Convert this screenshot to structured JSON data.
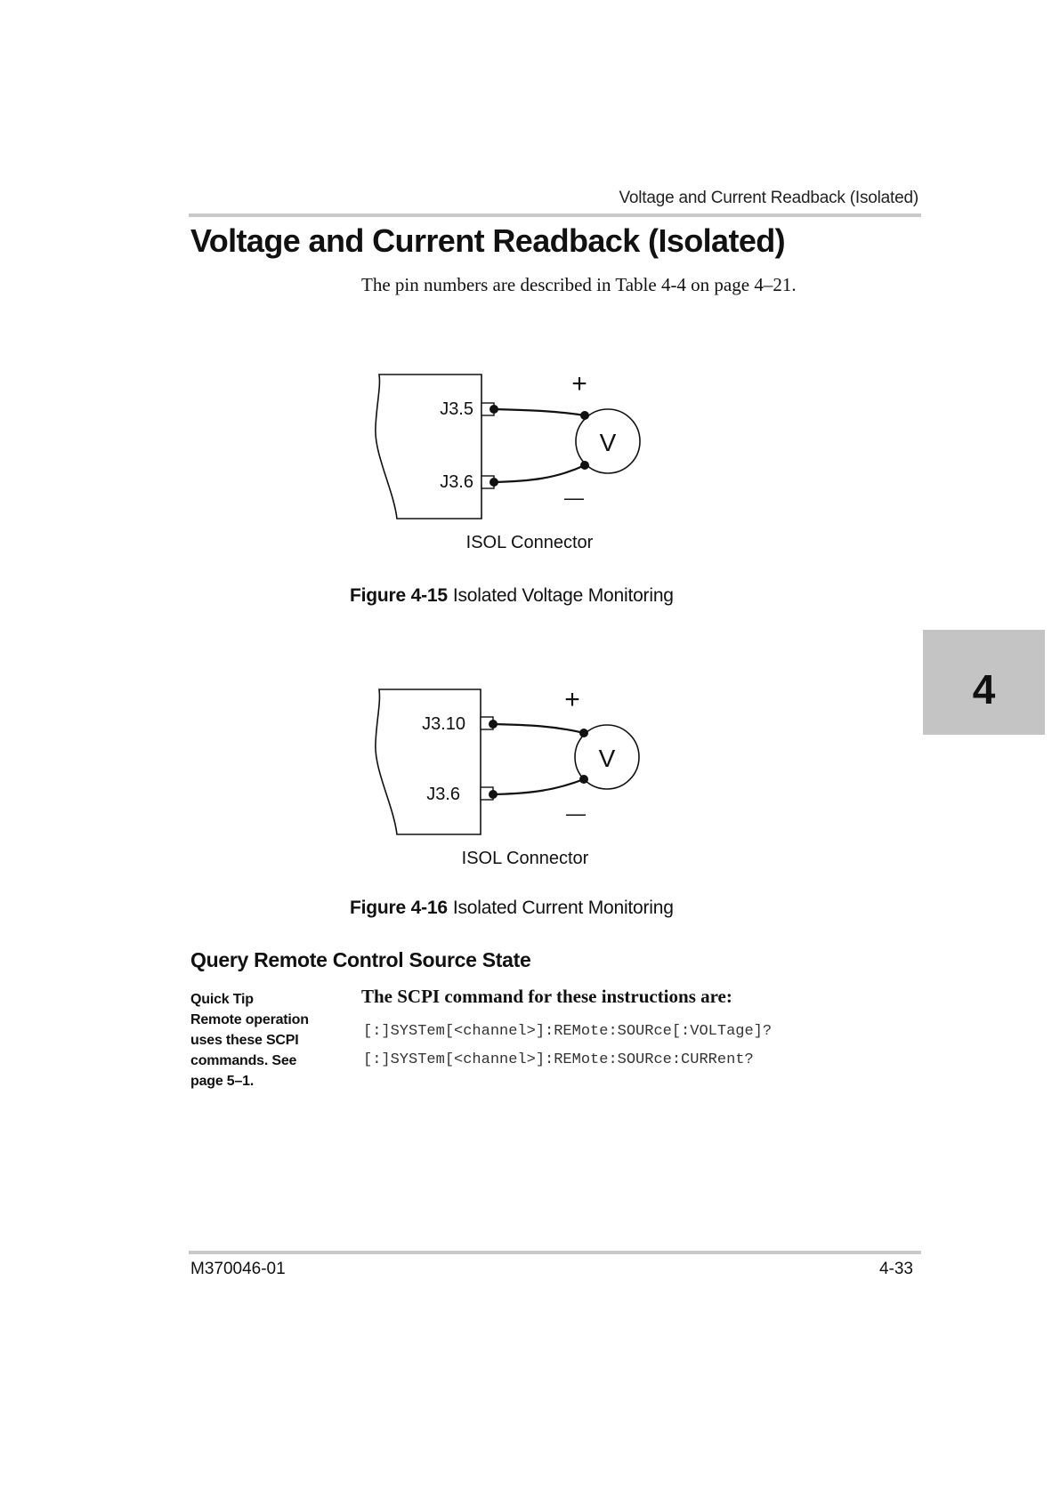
{
  "header": {
    "running_head": "Voltage and Current Readback (Isolated)"
  },
  "page": {
    "title": "Voltage and Current Readback (Isolated)",
    "intro": "The pin numbers are described in Table 4-4 on page 4–21."
  },
  "figures": [
    {
      "pin_top": "J3.5",
      "pin_bottom": "J3.6",
      "meter": "V",
      "plus": "+",
      "minus": "—",
      "connector_label": "ISOL Connector",
      "caption_number": "Figure 4-15",
      "caption_text": "Isolated Voltage Monitoring"
    },
    {
      "pin_top": "J3.10",
      "pin_bottom": "J3.6",
      "meter": "V",
      "plus": "+",
      "minus": "—",
      "connector_label": "ISOL Connector",
      "caption_number": "Figure 4-16",
      "caption_text": "Isolated Current Monitoring"
    }
  ],
  "chapter_tab": "4",
  "section": {
    "heading": "Query Remote Control Source State",
    "tip_lines": [
      "Quick Tip",
      "Remote operation",
      "uses these SCPI",
      "commands. See",
      "page 5–1."
    ],
    "scpi_intro": "The SCPI command for these instructions are:",
    "commands": [
      "[:]SYSTem[<channel>]:REMote:SOURce[:VOLTage]?",
      "[:]SYSTem[<channel>]:REMote:SOURce:CURRent?"
    ]
  },
  "footer": {
    "doc_number": "M370046-01",
    "page_number": "4-33"
  }
}
